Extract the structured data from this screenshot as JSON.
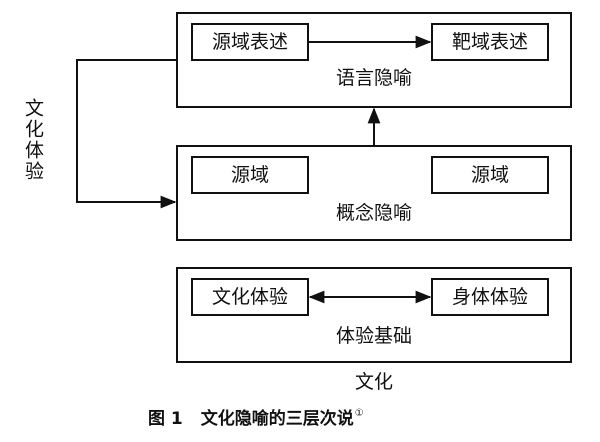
{
  "layers": {
    "language": {
      "title": "语言隐喻",
      "source": "源域表述",
      "target": "靶域表述"
    },
    "concept": {
      "title": "概念隐喻",
      "source": "源域",
      "target": "源域"
    },
    "experience": {
      "title": "体验基础",
      "left": "文化体验",
      "right": "身体体验"
    }
  },
  "side_label": "文化体验",
  "culture_label": "文化",
  "caption": {
    "number": "图 1",
    "text": "文化隐喻的三层次说",
    "footnote": "①"
  }
}
